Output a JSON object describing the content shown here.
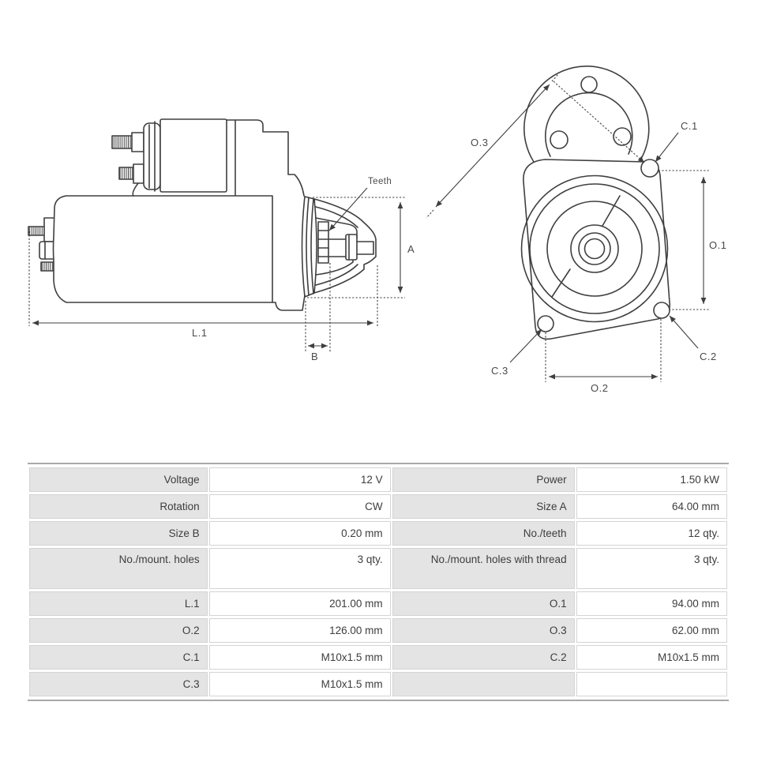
{
  "diagram": {
    "side_view": {
      "labels": {
        "teeth": "Teeth",
        "a": "A",
        "l1": "L.1",
        "b": "B"
      }
    },
    "front_view": {
      "labels": {
        "o3": "O.3",
        "c1": "C.1",
        "o1": "O.1",
        "c2": "C.2",
        "c3": "C.3",
        "o2": "O.2"
      }
    },
    "line_color": "#3f3f3f",
    "label_color": "#4a4a4a"
  },
  "table": {
    "colors": {
      "label_bg": "#e4e4e4",
      "value_bg": "#ffffff",
      "border": "#d4d4d4",
      "rule": "#a9a9a9",
      "text": "#3d3d3d"
    },
    "rows": [
      {
        "cells": [
          "Voltage",
          "12 V",
          "Power",
          "1.50 kW"
        ],
        "tall": false
      },
      {
        "cells": [
          "Rotation",
          "CW",
          "Size A",
          "64.00 mm"
        ],
        "tall": false
      },
      {
        "cells": [
          "Size B",
          "0.20 mm",
          "No./teeth",
          "12 qty."
        ],
        "tall": false
      },
      {
        "cells": [
          "No./mount. holes",
          "3 qty.",
          "No./mount. holes with thread",
          "3 qty."
        ],
        "tall": true
      },
      {
        "cells": [
          "L.1",
          "201.00 mm",
          "O.1",
          "94.00 mm"
        ],
        "tall": false
      },
      {
        "cells": [
          "O.2",
          "126.00 mm",
          "O.3",
          "62.00 mm"
        ],
        "tall": false
      },
      {
        "cells": [
          "C.1",
          "M10x1.5 mm",
          "C.2",
          "M10x1.5 mm"
        ],
        "tall": false
      },
      {
        "cells": [
          "C.3",
          "M10x1.5 mm",
          "",
          ""
        ],
        "tall": false
      }
    ]
  }
}
